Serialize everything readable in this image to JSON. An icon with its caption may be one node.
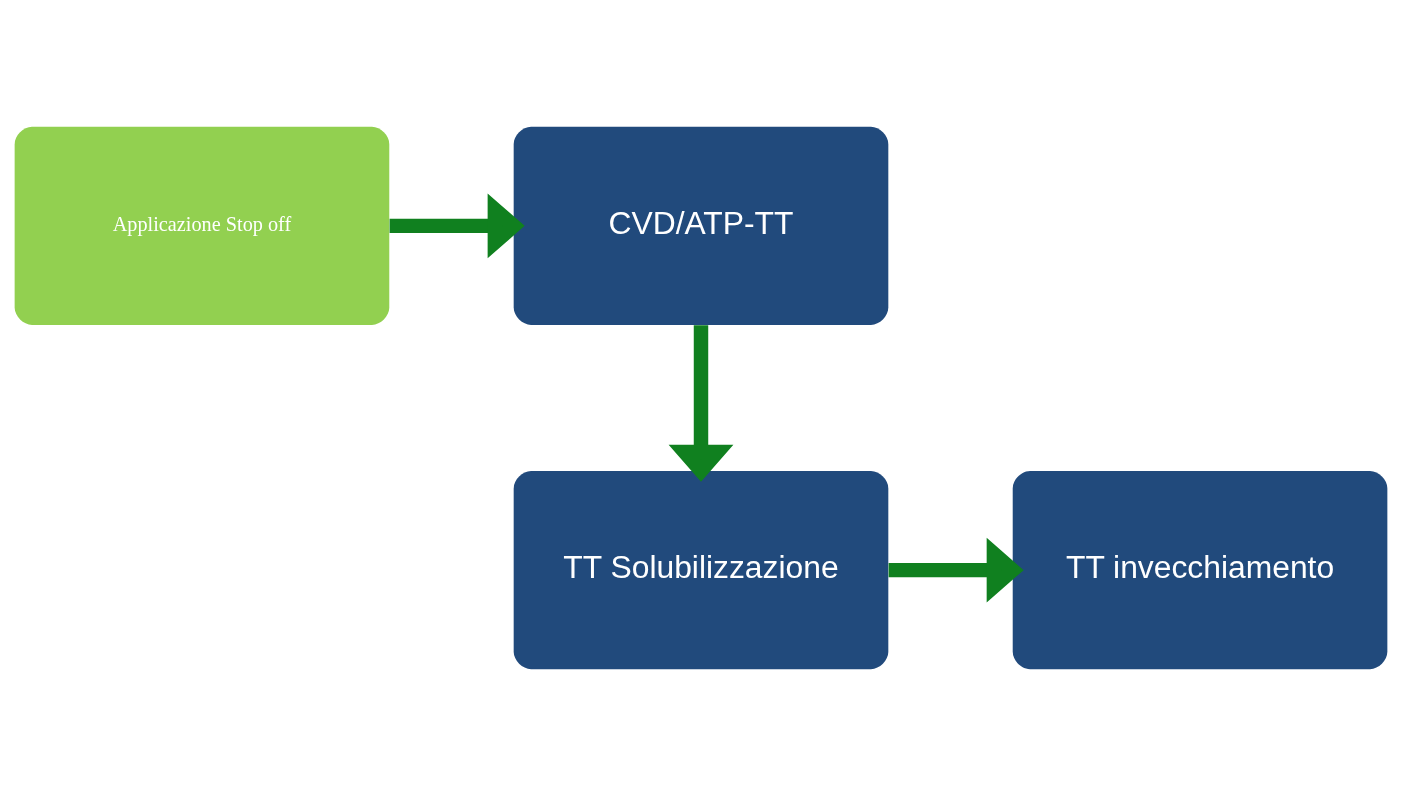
{
  "diagram": {
    "nodes": [
      {
        "text": [
          "Applicazione Stop off"
        ]
      },
      {
        "text": [
          "CVD/ATP-TT"
        ]
      },
      {
        "text": [
          "TT Solubilizzazione"
        ]
      },
      {
        "text": [
          "TT invecchiamento"
        ]
      }
    ],
    "edges": [
      {
        "from": 0,
        "to": 1,
        "arrow": "to"
      },
      {
        "from": 1,
        "to": 2,
        "arrow": "to"
      },
      {
        "from": 2,
        "to": 3,
        "arrow": "to"
      }
    ]
  }
}
